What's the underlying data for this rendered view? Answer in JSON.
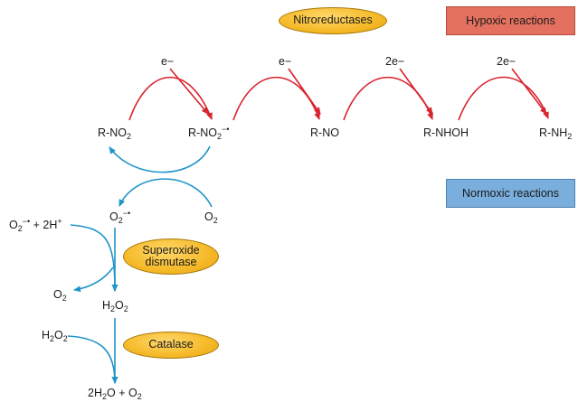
{
  "legend": {
    "hypoxic": "Hypoxic reactions",
    "normoxic": "Normoxic reactions"
  },
  "enzymes": {
    "nitroreductases": "Nitroreductases",
    "superoxide_dismutase_line1": "Superoxide",
    "superoxide_dismutase_line2": "dismutase",
    "catalase": "Catalase"
  },
  "electron_inputs": {
    "e1": "e−",
    "e2": "e−",
    "e3": "2e−",
    "e4": "2e−"
  },
  "compounds": {
    "r_no2": {
      "base": "R-NO",
      "sub": "2"
    },
    "r_no2_radical": {
      "base": "R-NO",
      "sub": "2",
      "sup": "−•"
    },
    "r_no": "R-NO",
    "r_nhoh": "R-NHOH",
    "r_nh2": {
      "base": "R-NH",
      "sub": "2"
    },
    "superoxide": {
      "base": "O",
      "sub": "2",
      "sup": "−•"
    },
    "oxygen_in": {
      "base": "O",
      "sub": "2"
    },
    "superoxide_plus_h": {
      "base": "O",
      "sub": "2",
      "sup": "−•",
      "tail": " + 2H",
      "tail_sup": "+"
    },
    "oxygen_out": {
      "base": "O",
      "sub": "2"
    },
    "h2o2_mid": {
      "a": "H",
      "a_sub": "2",
      "b": "O",
      "b_sub": "2"
    },
    "h2o2_left": {
      "a": "H",
      "a_sub": "2",
      "b": "O",
      "b_sub": "2"
    },
    "products": {
      "a": "2H",
      "a_sub": "2",
      "b": "O + O",
      "b_sub": "2"
    }
  },
  "colors": {
    "hypoxic_arrow": "#d9232e",
    "normoxic_arrow": "#1f95c9",
    "enzyme_fill": "#f5b927",
    "hypoxic_box": "#e4715f",
    "normoxic_box": "#7aaedd"
  }
}
